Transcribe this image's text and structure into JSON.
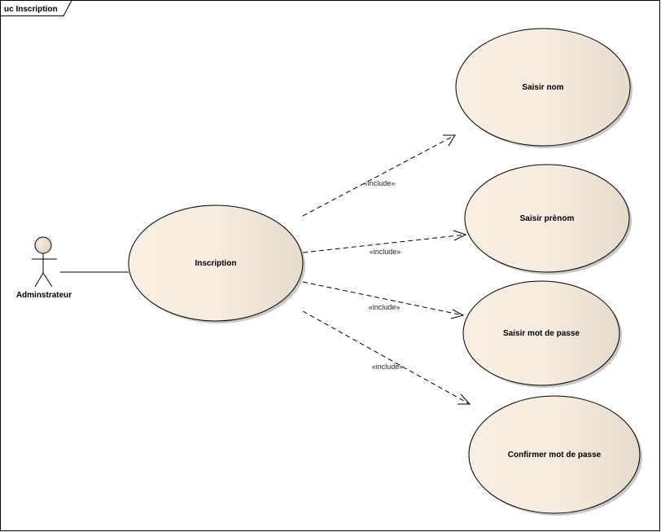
{
  "frame": {
    "title": "uc Inscription"
  },
  "actor": {
    "name": "Adminstrateur"
  },
  "main_use_case": {
    "name": "Inscription"
  },
  "use_cases": [
    {
      "name": "Saisir nom"
    },
    {
      "name": "Saisir prènom"
    },
    {
      "name": "Saisir mot de passe"
    },
    {
      "name": "Confirmer mot de passe"
    }
  ],
  "relations": [
    {
      "type": "include",
      "label": "«include»",
      "from": "Inscription",
      "to": "Saisir nom"
    },
    {
      "type": "include",
      "label": "«include»",
      "from": "Inscription",
      "to": "Saisir prènom"
    },
    {
      "type": "include",
      "label": "«include»",
      "from": "Inscription",
      "to": "Saisir mot de passe"
    },
    {
      "type": "include",
      "label": "«include»",
      "from": "Inscription",
      "to": "Confirmer mot de passe"
    }
  ],
  "colors": {
    "usecase_fill_light": "#f8efe2",
    "usecase_fill_dark": "#e8ddd0",
    "stroke": "#000000",
    "shadow": "#c8c8c8"
  }
}
